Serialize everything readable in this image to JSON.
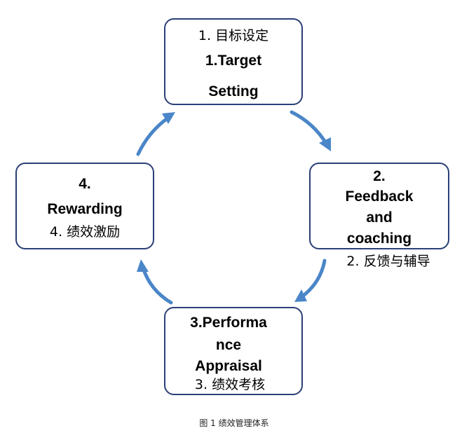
{
  "diagram": {
    "nodes": [
      {
        "id": "target-setting",
        "en_lines": [
          "1.Target",
          "Setting"
        ],
        "cn": "1.  目标设定"
      },
      {
        "id": "feedback-coaching",
        "en_lines": [
          "2.",
          "Feedback",
          "and",
          "coaching"
        ],
        "cn": "2.  反馈与辅导"
      },
      {
        "id": "performance-appraisal",
        "en_lines": [
          "3.Performa",
          "nce",
          "Appraisal"
        ],
        "cn": "3.  绩效考核"
      },
      {
        "id": "rewarding",
        "en_lines": [
          "4.",
          "Rewarding"
        ],
        "cn": "4.  绩效激励"
      }
    ],
    "arrow_color": "#4a86c8",
    "border_color": "#2b3f78",
    "edges": [
      {
        "from": "target-setting",
        "to": "feedback-coaching"
      },
      {
        "from": "feedback-coaching",
        "to": "performance-appraisal"
      },
      {
        "from": "performance-appraisal",
        "to": "rewarding"
      },
      {
        "from": "rewarding",
        "to": "target-setting"
      }
    ]
  },
  "caption": "图 1  绩效管理体系"
}
